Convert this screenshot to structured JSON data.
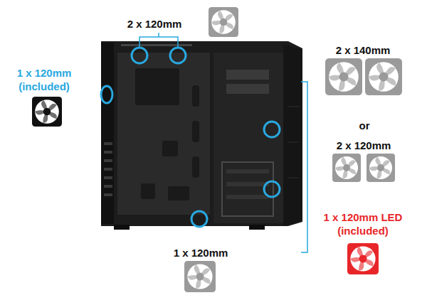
{
  "diagram": {
    "labels": [
      "2 x 120mm",
      "1 x 120mm (included)",
      "2 x 140mm",
      "or",
      "2 x 120mm",
      "1 x 120mm LED (included)",
      "1 x 120mm"
    ]
  }
}
